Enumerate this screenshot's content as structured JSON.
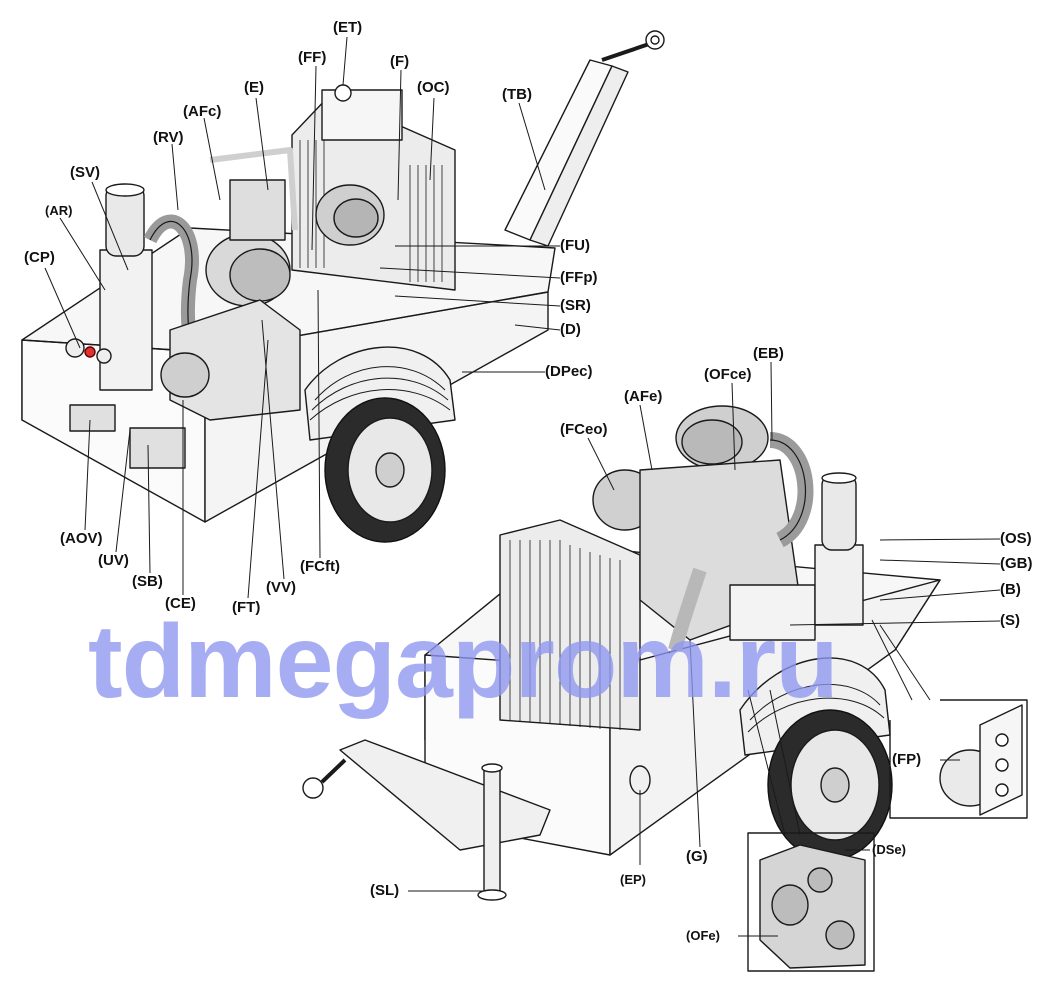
{
  "watermark": "tdmegaprom.ru",
  "colors": {
    "line": "#1a1a1a",
    "watermark": "#8f97f0",
    "tyre": "#2b2b2b"
  },
  "labels": {
    "ET": "(ET)",
    "FF": "(FF)",
    "F": "(F)",
    "OC": "(OC)",
    "TB": "(TB)",
    "E": "(E)",
    "AFc": "(AFc)",
    "RV": "(RV)",
    "SV": "(SV)",
    "AR": "(AR)",
    "CP": "(CP)",
    "FU": "(FU)",
    "FFp": "(FFp)",
    "SR": "(SR)",
    "D": "(D)",
    "DPec": "(DPec)",
    "EB": "(EB)",
    "OFce": "(OFce)",
    "AFe": "(AFe)",
    "FCeo": "(FCeo)",
    "AOV": "(AOV)",
    "UV": "(UV)",
    "SB": "(SB)",
    "CE": "(CE)",
    "FT": "(FT)",
    "VV": "(VV)",
    "FCft": "(FCft)",
    "OS": "(OS)",
    "GB": "(GB)",
    "B": "(B)",
    "S": "(S)",
    "FP": "(FP)",
    "DSe": "(DSe)",
    "OFe": "(OFe)",
    "SL": "(SL)",
    "EP": "(EP)",
    "G": "(G)"
  }
}
